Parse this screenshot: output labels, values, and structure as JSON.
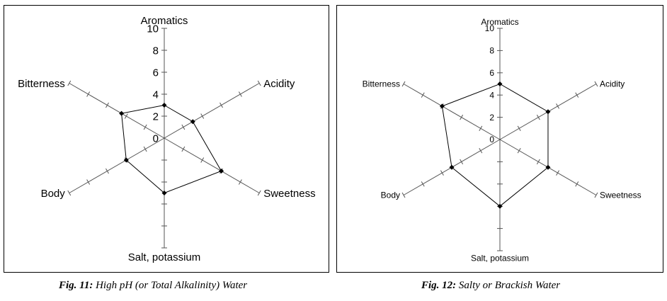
{
  "chart_data": [
    {
      "type": "radar",
      "axes": [
        "Aromatics",
        "Acidity",
        "Sweetness",
        "Salt, potassium",
        "Body",
        "Bitterness"
      ],
      "scale": {
        "min": 0,
        "max": 10,
        "major_ticks": [
          "0",
          "2",
          "4",
          "6",
          "8",
          "10"
        ]
      },
      "values": [
        3,
        3,
        6,
        5,
        4,
        4.5
      ],
      "caption_label": "Fig. 11:",
      "caption_text": " High pH (or Total Alkalinity) Water"
    },
    {
      "type": "radar",
      "axes": [
        "Aromatics",
        "Acidity",
        "Sweetness",
        "Salt, potassium",
        "Body",
        "Bitterness"
      ],
      "scale": {
        "min": 0,
        "max": 10,
        "major_ticks": [
          "0",
          "2",
          "4",
          "6",
          "8",
          "10"
        ]
      },
      "values": [
        5,
        5,
        5,
        6,
        5,
        6
      ],
      "caption_label": "Fig. 12:",
      "caption_text": " Salty or Brackish Water"
    }
  ],
  "style": {
    "line_color": "#000000",
    "grid_color": "#555555"
  }
}
